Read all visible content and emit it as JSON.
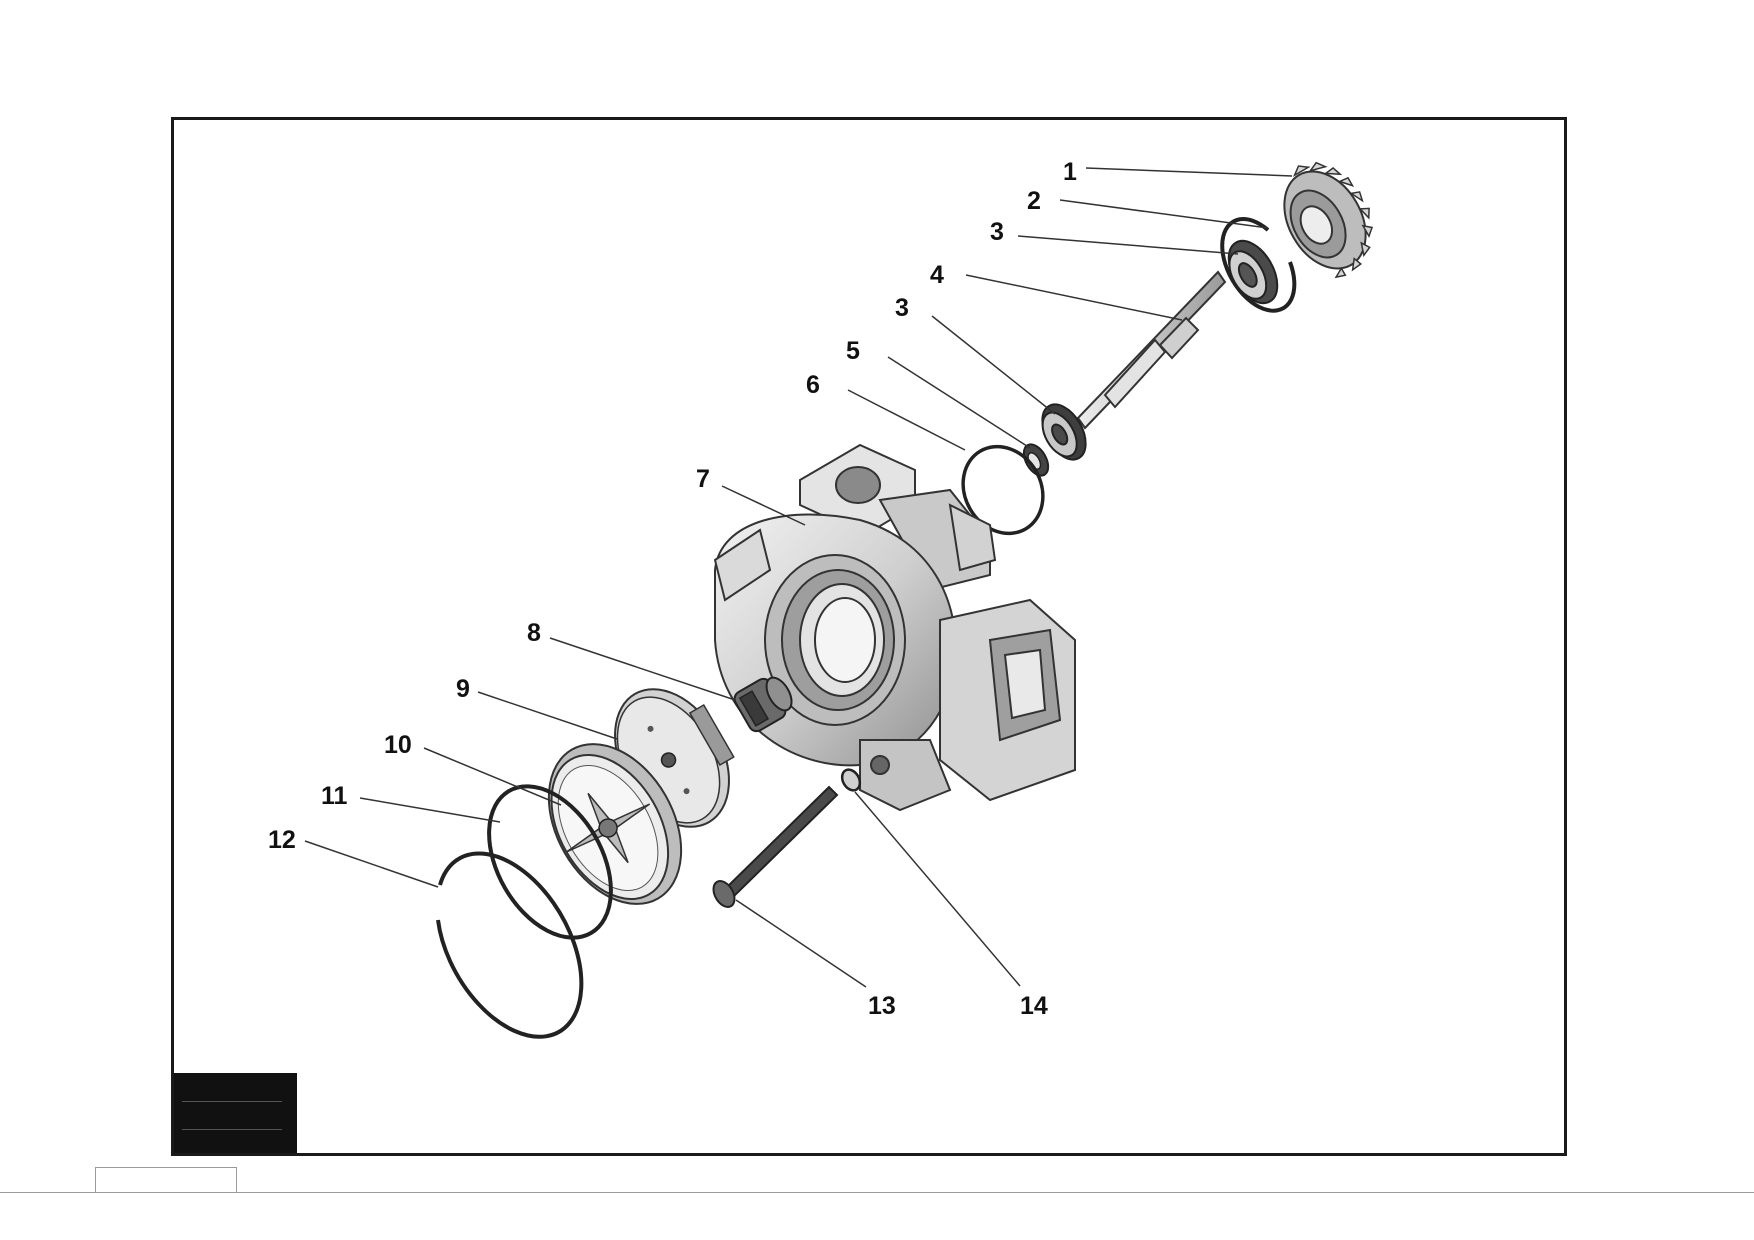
{
  "diagram": {
    "type": "exploded-parts-view",
    "colors": {
      "frame": "#1a1a1a",
      "part_fill": "#d9d9d9",
      "part_shade": "#8c8c8c",
      "part_dark": "#3a3a3a",
      "leader": "#333333"
    },
    "callouts": [
      {
        "id": "1",
        "label": "1"
      },
      {
        "id": "2",
        "label": "2"
      },
      {
        "id": "3a",
        "label": "3"
      },
      {
        "id": "4",
        "label": "4"
      },
      {
        "id": "3b",
        "label": "3"
      },
      {
        "id": "5",
        "label": "5"
      },
      {
        "id": "6",
        "label": "6"
      },
      {
        "id": "7",
        "label": "7"
      },
      {
        "id": "8",
        "label": "8"
      },
      {
        "id": "9",
        "label": "9"
      },
      {
        "id": "10",
        "label": "10"
      },
      {
        "id": "11",
        "label": "11"
      },
      {
        "id": "12",
        "label": "12"
      },
      {
        "id": "13",
        "label": "13"
      },
      {
        "id": "14",
        "label": "14"
      }
    ]
  }
}
